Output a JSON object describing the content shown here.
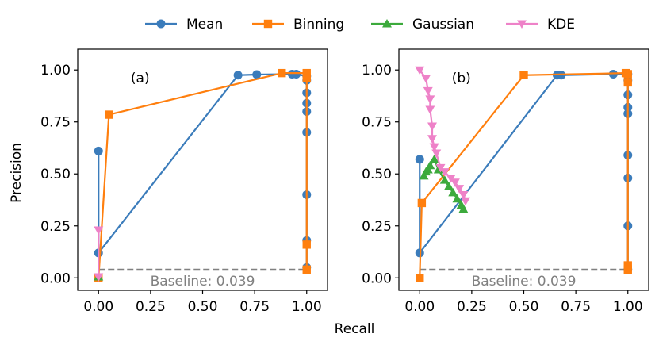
{
  "chart_data": {
    "type": "line",
    "xlabel": "Recall",
    "ylabel": "Precision",
    "xlim": [
      -0.1,
      1.1
    ],
    "ylim": [
      -0.06,
      1.1
    ],
    "xticks": [
      "0.00",
      "0.25",
      "0.50",
      "0.75",
      "1.00"
    ],
    "yticks": [
      "0.00",
      "0.25",
      "0.50",
      "0.75",
      "1.00"
    ],
    "legend": {
      "placement": "top-center",
      "entries": [
        {
          "name": "Mean",
          "color": "#3b7cbb",
          "marker": "circle"
        },
        {
          "name": "Binning",
          "color": "#ff7f0e",
          "marker": "square"
        },
        {
          "name": "Gaussian",
          "color": "#3caa3c",
          "marker": "triangle-up"
        },
        {
          "name": "KDE",
          "color": "#ee82c8",
          "marker": "triangle-down"
        }
      ]
    },
    "panels": [
      {
        "label": "(a)",
        "baseline": {
          "value": 0.039,
          "text": "Baseline: 0.039",
          "color": "#808080"
        },
        "series": [
          {
            "name": "Mean",
            "color": "#3b7cbb",
            "marker": "circle",
            "points": [
              [
                0.0,
                0.61
              ],
              [
                0.0,
                0.12
              ],
              [
                0.67,
                0.975
              ],
              [
                0.76,
                0.978
              ],
              [
                0.93,
                0.98
              ],
              [
                0.95,
                0.98
              ],
              [
                1.0,
                0.97
              ],
              [
                1.0,
                0.95
              ],
              [
                1.0,
                0.89
              ],
              [
                1.0,
                0.84
              ],
              [
                1.0,
                0.8
              ],
              [
                1.0,
                0.7
              ],
              [
                1.0,
                0.4
              ],
              [
                1.0,
                0.18
              ],
              [
                1.0,
                0.05
              ]
            ]
          },
          {
            "name": "Binning",
            "color": "#ff7f0e",
            "marker": "square",
            "points": [
              [
                0.0,
                0.0
              ],
              [
                0.05,
                0.785
              ],
              [
                0.88,
                0.985
              ],
              [
                1.0,
                0.985
              ],
              [
                1.0,
                0.96
              ],
              [
                1.0,
                0.16
              ],
              [
                1.0,
                0.04
              ]
            ]
          },
          {
            "name": "Gaussian",
            "color": "#3caa3c",
            "marker": "triangle-up",
            "points": [
              [
                0.0,
                0.005
              ]
            ]
          },
          {
            "name": "KDE",
            "color": "#ee82c8",
            "marker": "triangle-down",
            "points": [
              [
                0.0,
                0.23
              ],
              [
                0.0,
                0.005
              ]
            ]
          }
        ]
      },
      {
        "label": "(b)",
        "baseline": {
          "value": 0.039,
          "text": "Baseline: 0.039",
          "color": "#808080"
        },
        "series": [
          {
            "name": "Mean",
            "color": "#3b7cbb",
            "marker": "circle",
            "points": [
              [
                0.0,
                0.57
              ],
              [
                0.0,
                0.12
              ],
              [
                0.66,
                0.975
              ],
              [
                0.68,
                0.975
              ],
              [
                0.93,
                0.98
              ],
              [
                1.0,
                0.98
              ],
              [
                1.0,
                0.95
              ],
              [
                1.0,
                0.88
              ],
              [
                1.0,
                0.82
              ],
              [
                1.0,
                0.79
              ],
              [
                1.0,
                0.59
              ],
              [
                1.0,
                0.48
              ],
              [
                1.0,
                0.25
              ],
              [
                1.0,
                0.04
              ]
            ]
          },
          {
            "name": "Binning",
            "color": "#ff7f0e",
            "marker": "square",
            "points": [
              [
                0.0,
                0.0
              ],
              [
                0.01,
                0.36
              ],
              [
                0.5,
                0.975
              ],
              [
                0.99,
                0.985
              ],
              [
                1.0,
                0.98
              ],
              [
                1.0,
                0.94
              ],
              [
                1.0,
                0.06
              ],
              [
                1.0,
                0.04
              ]
            ]
          },
          {
            "name": "Gaussian",
            "color": "#3caa3c",
            "marker": "triangle-up",
            "points": [
              [
                0.02,
                0.49
              ],
              [
                0.03,
                0.51
              ],
              [
                0.04,
                0.52
              ],
              [
                0.05,
                0.54
              ],
              [
                0.07,
                0.57
              ],
              [
                0.09,
                0.52
              ],
              [
                0.12,
                0.47
              ],
              [
                0.14,
                0.44
              ],
              [
                0.16,
                0.41
              ],
              [
                0.18,
                0.38
              ],
              [
                0.2,
                0.35
              ],
              [
                0.21,
                0.33
              ]
            ]
          },
          {
            "name": "KDE",
            "color": "#ee82c8",
            "marker": "triangle-down",
            "points": [
              [
                0.0,
                1.0
              ],
              [
                0.03,
                0.96
              ],
              [
                0.04,
                0.9
              ],
              [
                0.05,
                0.86
              ],
              [
                0.05,
                0.81
              ],
              [
                0.06,
                0.73
              ],
              [
                0.06,
                0.67
              ],
              [
                0.07,
                0.63
              ],
              [
                0.08,
                0.6
              ],
              [
                0.1,
                0.53
              ],
              [
                0.12,
                0.51
              ],
              [
                0.15,
                0.48
              ],
              [
                0.17,
                0.46
              ],
              [
                0.19,
                0.43
              ],
              [
                0.21,
                0.4
              ],
              [
                0.22,
                0.37
              ]
            ]
          }
        ]
      }
    ]
  }
}
